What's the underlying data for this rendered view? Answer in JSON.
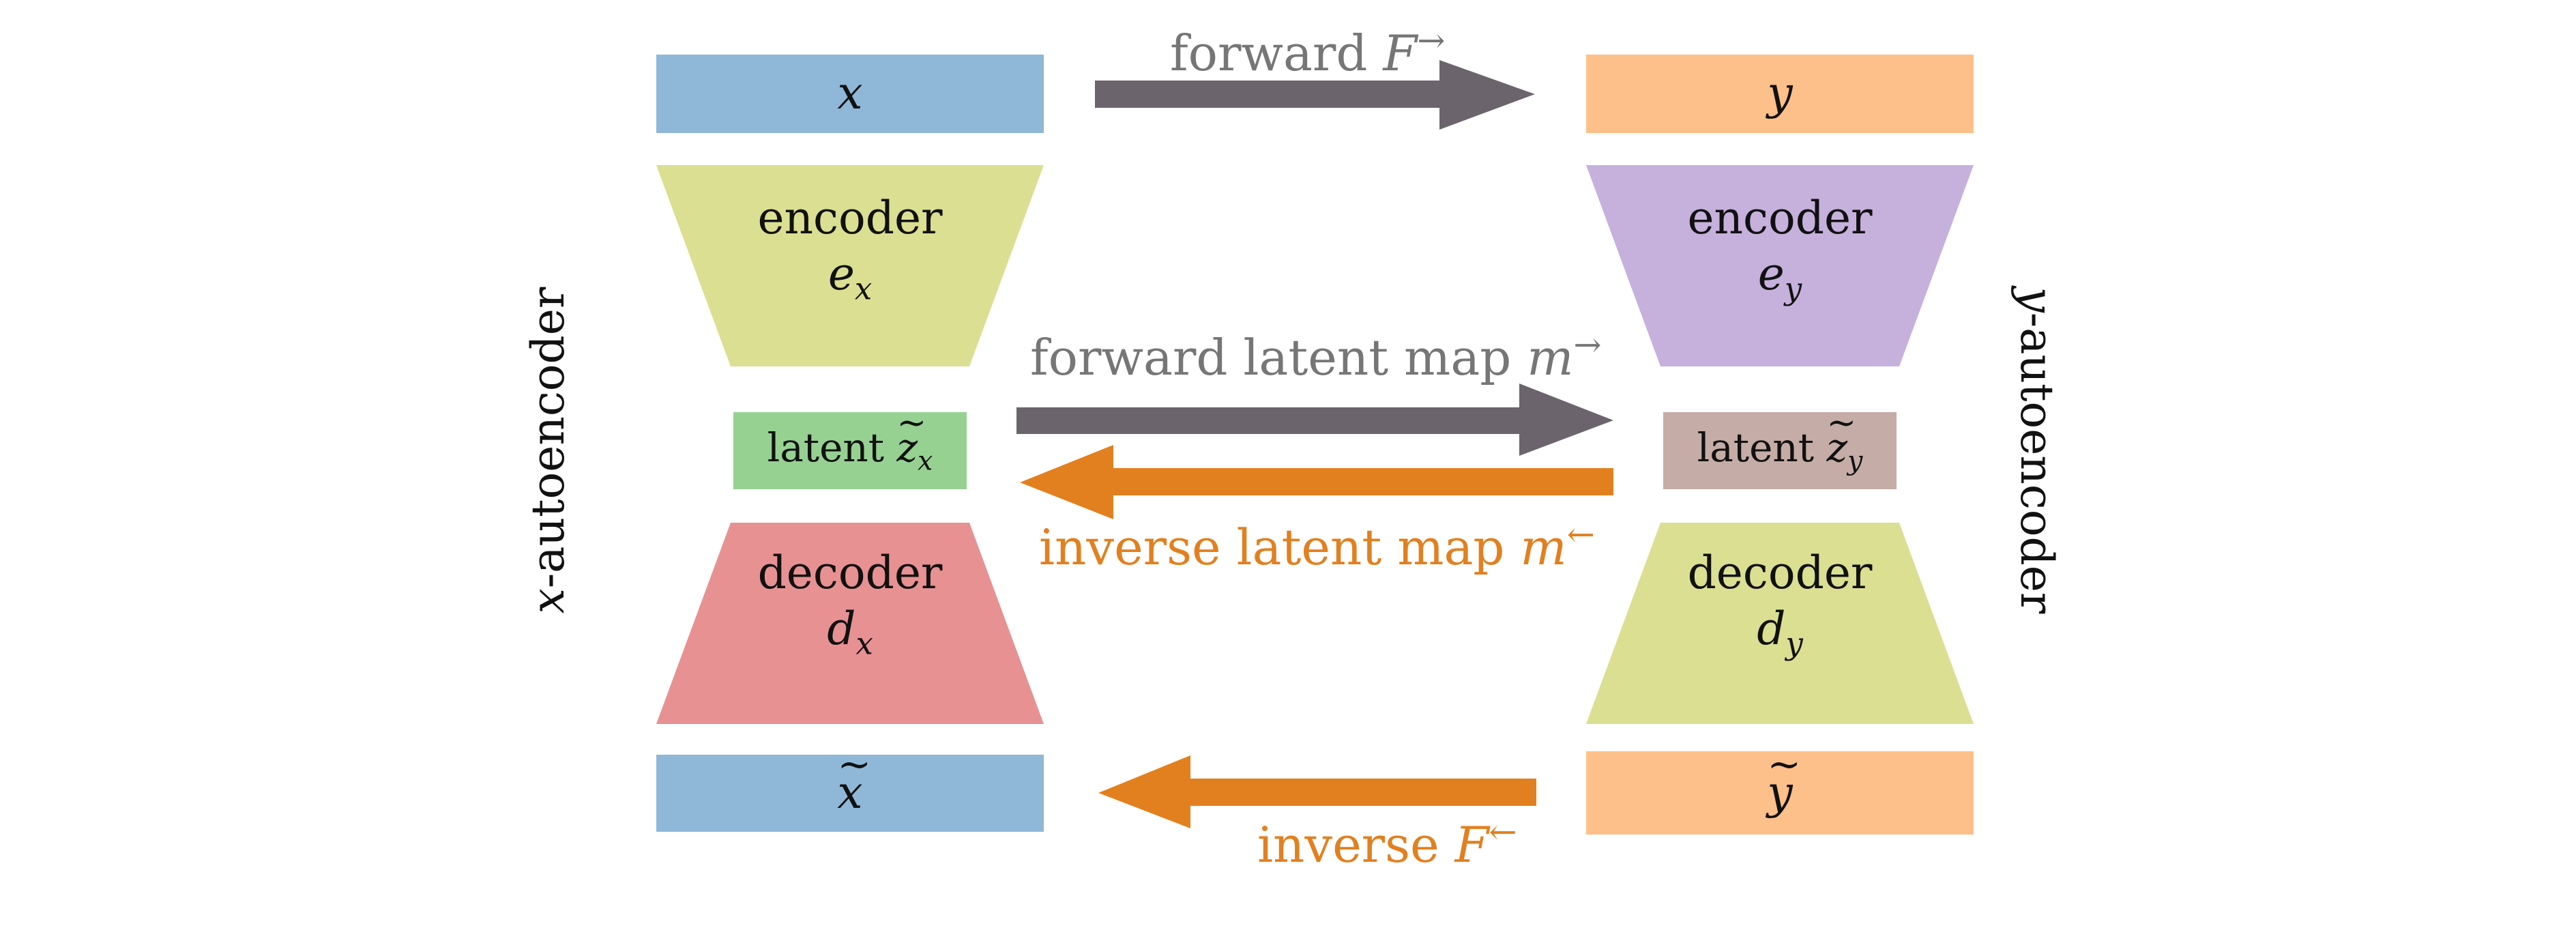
{
  "left": {
    "x": "x",
    "encoder": {
      "label": "encoder",
      "sym": "e",
      "sub": "x"
    },
    "latent": {
      "label": "latent",
      "sym": "z",
      "sub": "x"
    },
    "decoder": {
      "label": "decoder",
      "sym": "d",
      "sub": "x"
    },
    "recon": "x",
    "side_label_var": "x",
    "side_label_text": "-autoencoder"
  },
  "right": {
    "y": "y",
    "encoder": {
      "label": "encoder",
      "sym": "e",
      "sub": "y"
    },
    "latent": {
      "label": "latent",
      "sym": "z",
      "sub": "y"
    },
    "decoder": {
      "label": "decoder",
      "sym": "d",
      "sub": "y"
    },
    "recon": "y",
    "side_label_var": "y",
    "side_label_text": "-autoencoder"
  },
  "arrows": {
    "forward": {
      "text": "forward",
      "sym": "F",
      "sup": "→"
    },
    "forward_latent": {
      "text": "forward latent map",
      "sym": "m",
      "sup": "→"
    },
    "inverse_latent": {
      "text": "inverse latent map",
      "sym": "m",
      "sup": "←"
    },
    "inverse": {
      "text": "inverse",
      "sym": "F",
      "sup": "←"
    }
  },
  "colors": {
    "data_blue": "#8fb8d8",
    "data_orange": "#fec08a",
    "encoder_green": "#dbdf92",
    "encoder_purple": "#c6b1dd",
    "latent_green": "#96d192",
    "latent_taupe": "#c5aca6",
    "decoder_red": "#e79193",
    "decoder_green": "#dbdf92",
    "arrow_gray": "#6b646c",
    "arrow_orange": "#e2801f",
    "text_gray": "#767676",
    "text_orange": "#e2801f"
  }
}
